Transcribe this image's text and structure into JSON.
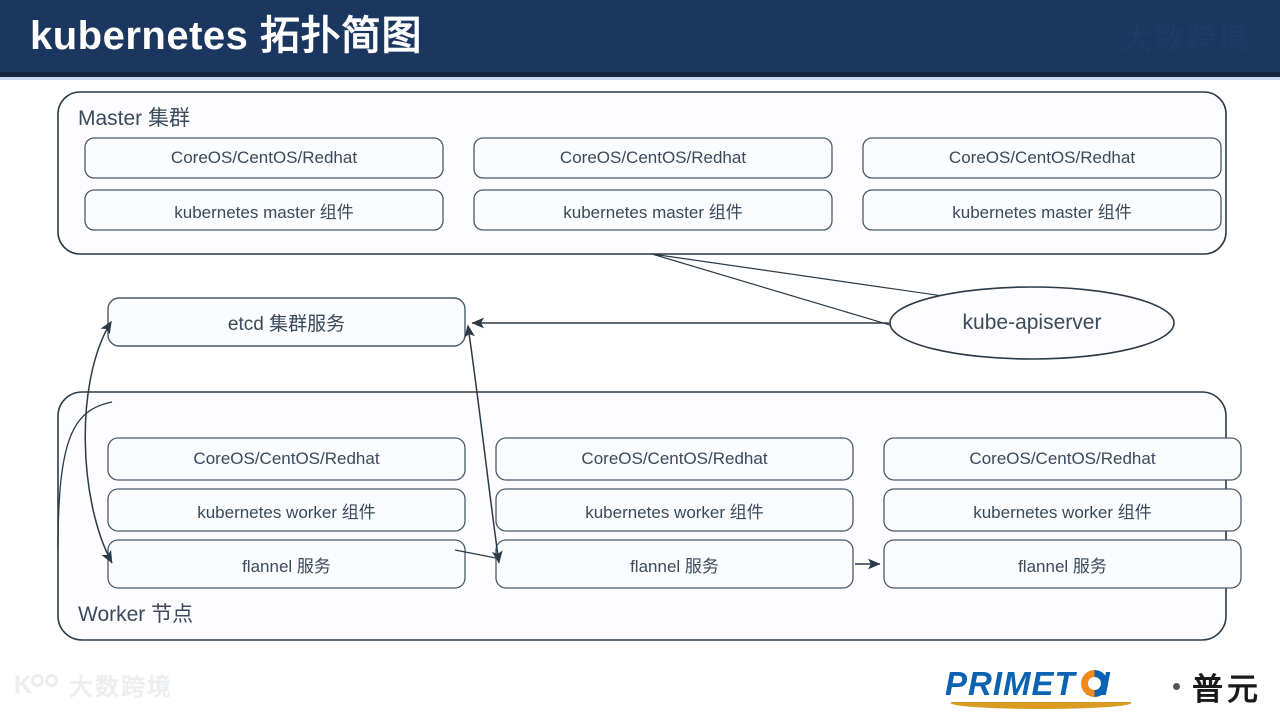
{
  "header": {
    "title": "kubernetes 拓扑简图",
    "watermark": "大数跨境",
    "bg_color": "#1b3760",
    "rule_color": "#c9d8ec"
  },
  "diagram": {
    "line_color": "#2b3a47",
    "text_color": "#3a4a5a",
    "master_group": {
      "label": "Master 集群",
      "nodes": [
        {
          "os": "CoreOS/CentOS/Redhat",
          "component": "kubernetes master 组件"
        },
        {
          "os": "CoreOS/CentOS/Redhat",
          "component": "kubernetes master 组件"
        },
        {
          "os": "CoreOS/CentOS/Redhat",
          "component": "kubernetes master 组件"
        }
      ]
    },
    "etcd": {
      "label": "etcd 集群服务"
    },
    "apiserver": {
      "label": "kube-apiserver"
    },
    "worker_group": {
      "label": "Worker 节点",
      "nodes": [
        {
          "os": "CoreOS/CentOS/Redhat",
          "component": "kubernetes worker 组件",
          "network": "flannel 服务"
        },
        {
          "os": "CoreOS/CentOS/Redhat",
          "component": "kubernetes worker 组件",
          "network": "flannel 服务"
        },
        {
          "os": "CoreOS/CentOS/Redhat",
          "component": "kubernetes worker 组件",
          "network": "flannel 服务"
        }
      ]
    }
  },
  "footer": {
    "watermark_text": "大数跨境",
    "brand_name": "PRIMET N",
    "brand_separator": "·",
    "brand_cn": "普元",
    "brand_color": "#0b63b2",
    "brand_accent": "#f08a1c"
  }
}
